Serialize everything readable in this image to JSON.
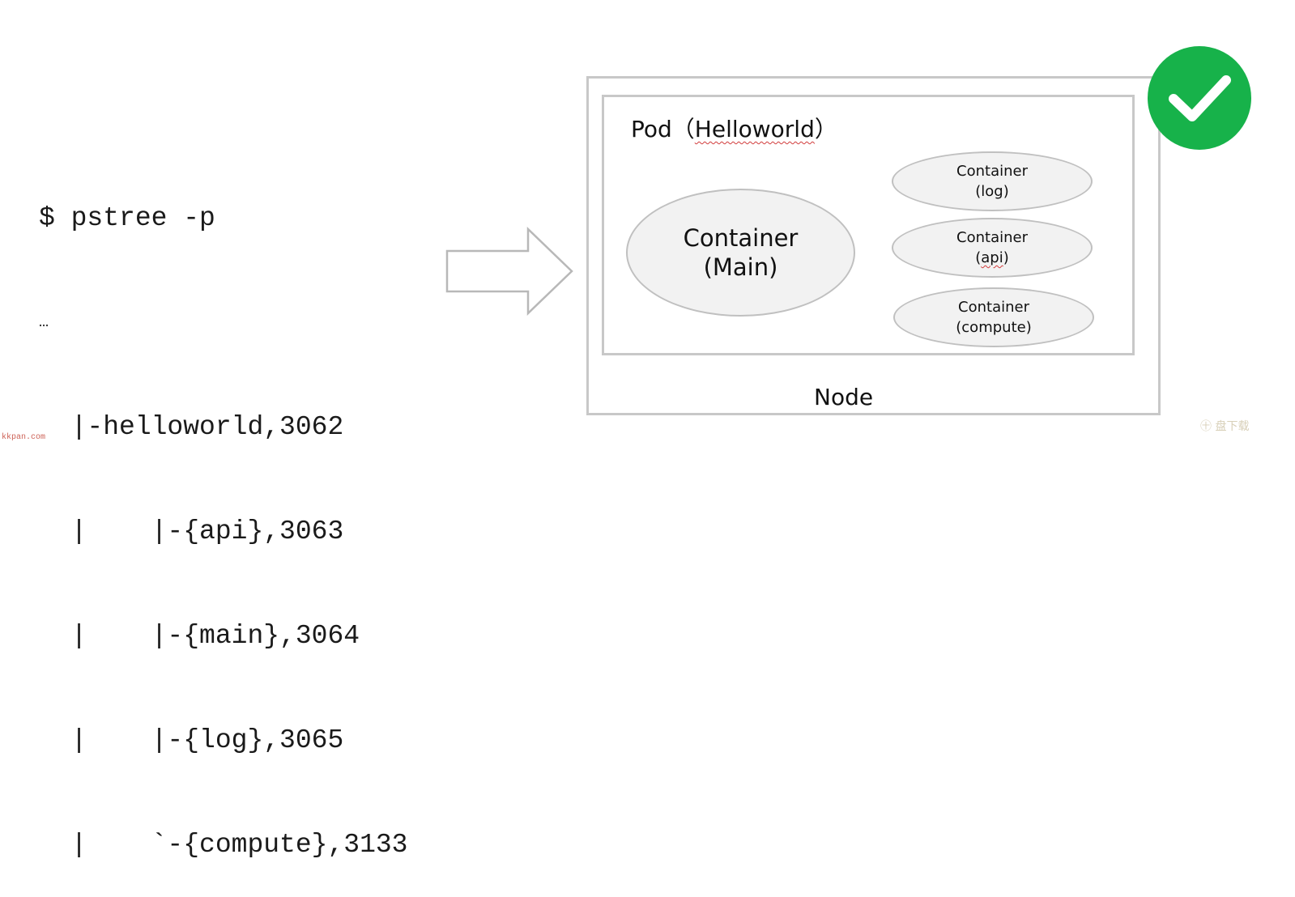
{
  "terminal": {
    "command": "$ pstree -p",
    "ellipsis": "…",
    "lines": [
      "  |-helloworld,3062",
      "  |    |-{api},3063",
      "  |    |-{main},3064",
      "  |    |-{log},3065",
      "  |    `-{compute},3133"
    ]
  },
  "pod": {
    "prefix": "Pod（",
    "name": "Helloworld",
    "suffix": "）"
  },
  "containers": {
    "main": {
      "line1": "Container",
      "line2": "(Main)"
    },
    "log": {
      "line1": "Container",
      "line2": "(log)"
    },
    "api": {
      "line1": "Container",
      "line2_open": "(",
      "line2_word": "api",
      "line2_close": ")"
    },
    "compute": {
      "line1": "Container",
      "line2": "(compute)"
    }
  },
  "node_label": "Node",
  "watermark_left": "kkpan.com",
  "watermark_right": "㊉ 盘下载",
  "colors": {
    "check_green": "#17b24a",
    "box_border": "#c8c8c8",
    "ellipse_fill": "#f2f2f2",
    "ellipse_border": "#c0c0c0"
  },
  "icons": {
    "arrow": "right-arrow-icon",
    "check": "check-circle-icon"
  }
}
